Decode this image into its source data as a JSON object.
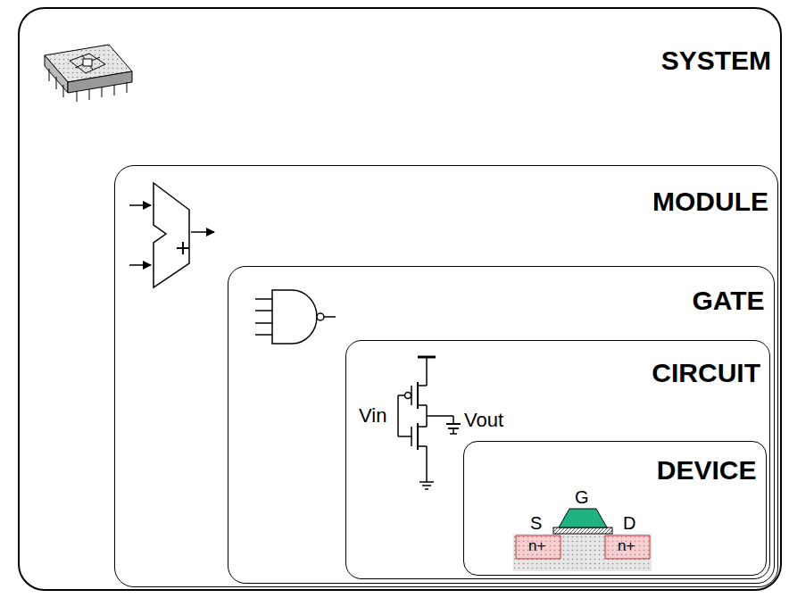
{
  "diagram": {
    "nodes": [
      {
        "text": [
          "SYSTEM"
        ]
      },
      {
        "text": [
          "MODULE"
        ],
        "in": 0
      },
      {
        "text": [
          "GATE"
        ],
        "in": 1
      },
      {
        "text": [
          "CIRCUIT"
        ],
        "in": 2
      },
      {
        "text": [
          "DEVICE"
        ],
        "in": 3
      }
    ],
    "labels": [
      "Vin",
      "Vout",
      "G",
      "S",
      "D",
      "n+",
      "n+"
    ]
  }
}
